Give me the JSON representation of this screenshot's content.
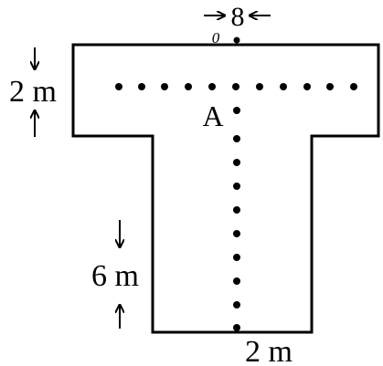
{
  "diagram": {
    "top_dimension": {
      "value": "8",
      "subscript": "0"
    },
    "flange_height_label": "2 m",
    "point_label": "A",
    "web_height_label": "6 m",
    "web_width_label": "2 m"
  },
  "colors": {
    "line": "#000000",
    "background": "#ffffff"
  }
}
